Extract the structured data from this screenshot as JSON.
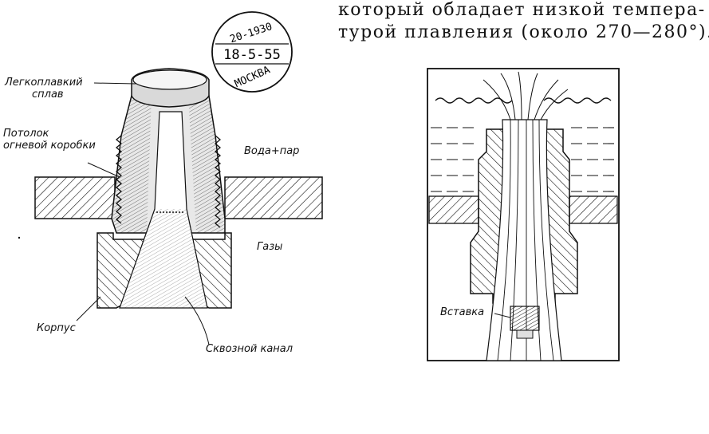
{
  "text": {
    "line1": "который обладает низкой темпера-",
    "line2": "турой плавления (около 270—280°)."
  },
  "labels": {
    "alloy_line1": "Легкоплавкий",
    "alloy_line2": "сплав",
    "ceiling_line1": "Потолок",
    "ceiling_line2": "огневой коробки",
    "water_steam": "Вода+пар",
    "gases": "Газы",
    "body": "Корпус",
    "channel": "Сквозной канал",
    "insert": "Вставка"
  },
  "stamp": {
    "top": "20-1930",
    "date": "18-5-55",
    "city": "МОСКВА"
  },
  "colors": {
    "ink": "#111111",
    "paper": "#ffffff"
  }
}
